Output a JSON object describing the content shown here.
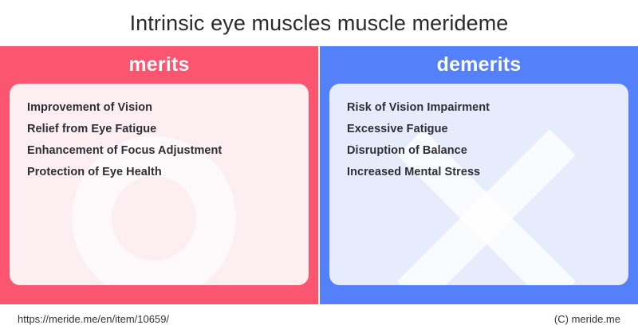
{
  "title": "Intrinsic eye muscles muscle merideme",
  "panels": {
    "merits": {
      "heading": "merits",
      "accent_color": "#fb5570",
      "card_color": "#fdeef1",
      "watermark": "circle-icon",
      "items": [
        "Improvement of Vision",
        "Relief from Eye Fatigue",
        "Enhancement of Focus Adjustment",
        "Protection of Eye Health"
      ]
    },
    "demerits": {
      "heading": "demerits",
      "accent_color": "#5580fb",
      "card_color": "#e7ecfd",
      "watermark": "cross-icon",
      "items": [
        "Risk of Vision Impairment",
        "Excessive Fatigue",
        "Disruption of Balance",
        "Increased Mental Stress"
      ]
    }
  },
  "footer": {
    "url": "https://meride.me/en/item/10659/",
    "copyright": "(C) meride.me"
  }
}
